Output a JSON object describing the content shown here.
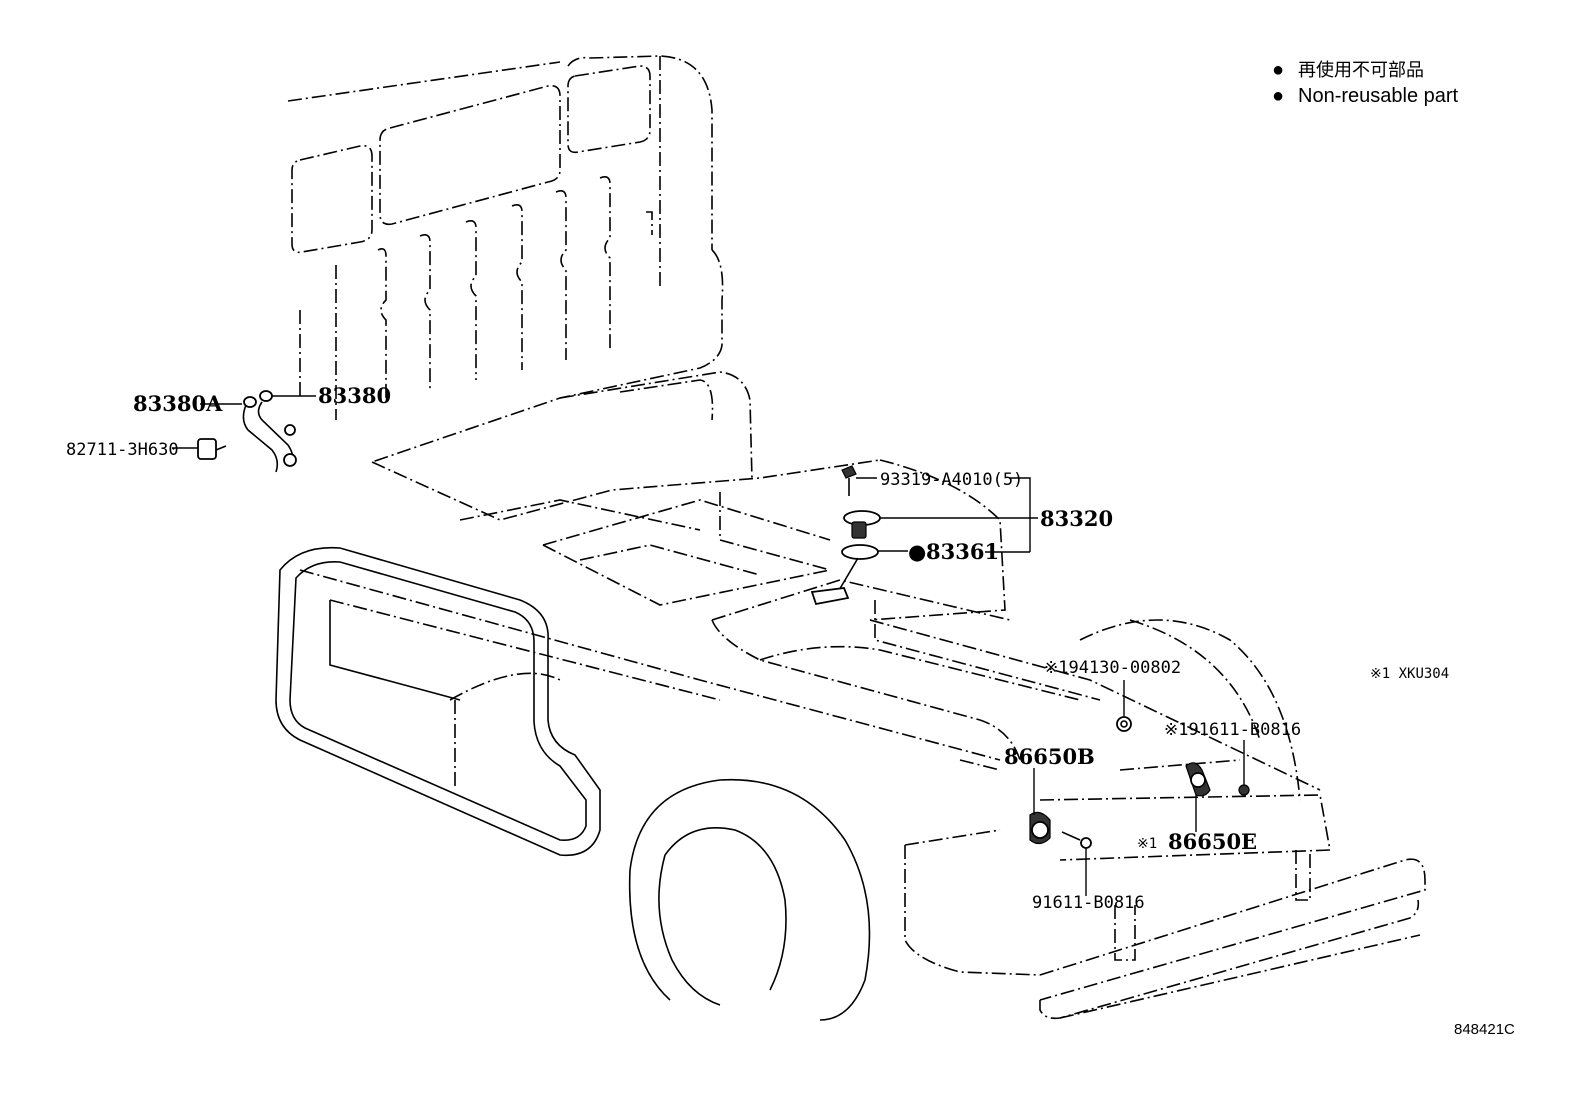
{
  "legend": {
    "items": [
      {
        "bullet": "●",
        "text": "再使用不可部品"
      },
      {
        "bullet": "●",
        "text": "Non-reusable part"
      }
    ]
  },
  "callouts": {
    "p83380A": "83380A",
    "p83380": "83380",
    "p82711": "82711-3H630",
    "p93319": "93319-A4010(5)",
    "p83320": "83320",
    "p83361_bullet": "●",
    "p83361": "83361",
    "p194130": "※194130-00802",
    "note_xku": "※1 XKU304",
    "p91611_right": "※191611-B0816",
    "p86650B": "86650B",
    "p86650E_mark": "※1",
    "p86650E": "86650E",
    "p91611_left": "91611-B0816"
  },
  "figure_id": "848421C"
}
